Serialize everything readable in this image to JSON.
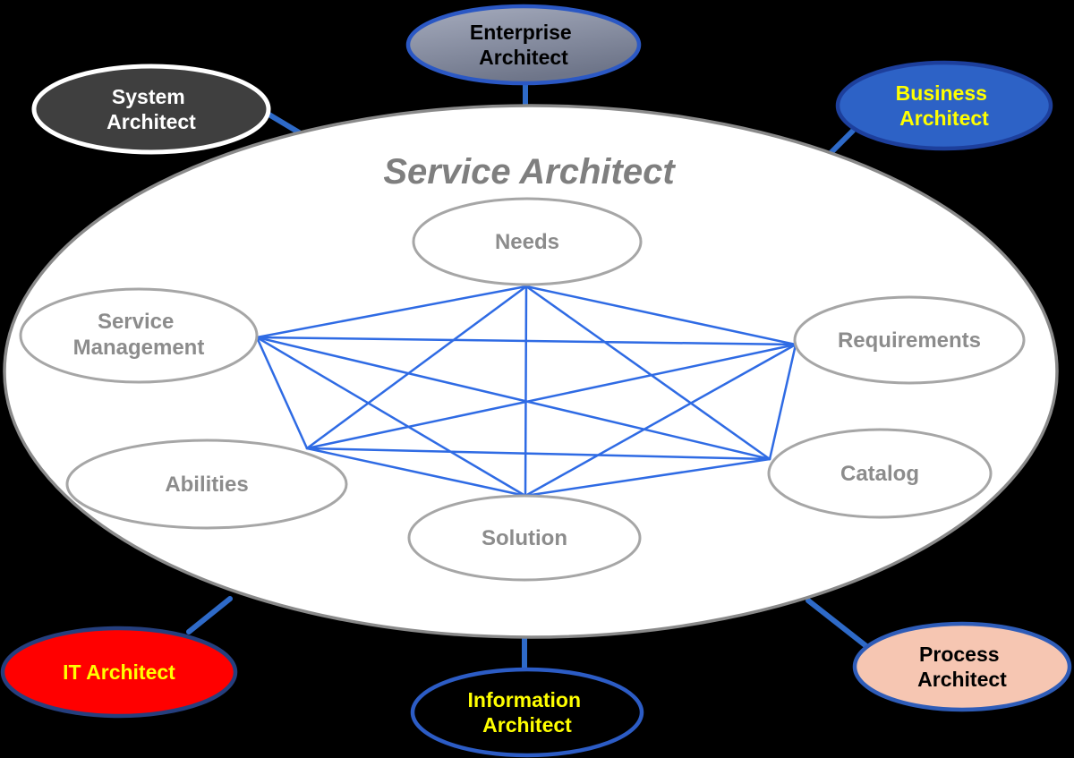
{
  "page": {
    "background": "#000000"
  },
  "center": {
    "title": "Service Architect",
    "title_color": "#7f7f7f",
    "fill": "#ffffff",
    "border": "#8a8a8a",
    "inner_fill": "#ffffff",
    "inner_border": "#a6a6a6",
    "inner_text_color": "#8c8c8c",
    "nodes": {
      "needs": {
        "label": "Needs"
      },
      "service_management": {
        "line1": "Service",
        "line2": "Management"
      },
      "requirements": {
        "label": "Requirements"
      },
      "abilities": {
        "label": "Abilities"
      },
      "catalog": {
        "label": "Catalog"
      },
      "solution": {
        "label": "Solution"
      }
    }
  },
  "outer_nodes": {
    "enterprise": {
      "line1": "Enterprise",
      "line2": "Architect",
      "fill_light": "#a6acbe",
      "fill_dark": "#6e7589",
      "border": "#2b58c4",
      "text_color": "#000000"
    },
    "system": {
      "line1": "System",
      "line2": "Architect",
      "fill": "#3f3f3f",
      "border": "#ffffff",
      "text_color": "#ffffff"
    },
    "business": {
      "line1": "Business",
      "line2": "Architect",
      "fill": "#2d62c6",
      "border": "#1d3f9c",
      "text_color": "#ffff00"
    },
    "it": {
      "label": "IT Architect",
      "fill": "#ff0000",
      "border": "#253f7e",
      "text_color": "#ffff00"
    },
    "information": {
      "line1": "Information",
      "line2": "Architect",
      "fill": "#000000",
      "border": "#2c5cc5",
      "text_color": "#ffff00"
    },
    "process": {
      "line1": "Process",
      "line2": "Architect",
      "fill": "#f6c6b2",
      "border": "#2e5cb8",
      "text_color": "#000000"
    }
  },
  "connections": {
    "network_color": "#2f6be4",
    "connector_color": "#2e6ac8"
  }
}
